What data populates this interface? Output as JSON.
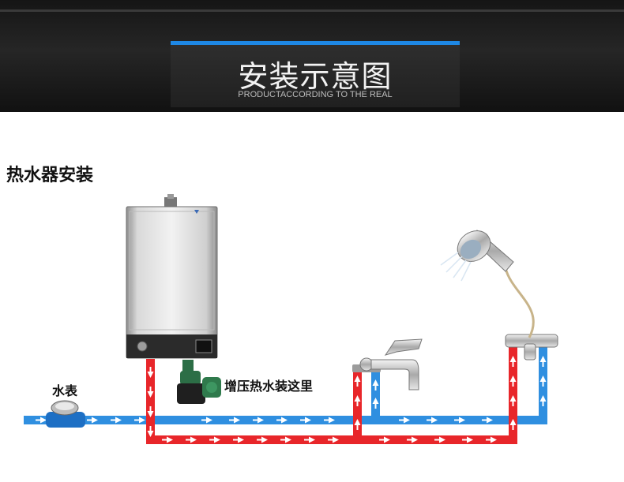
{
  "header": {
    "title": "安装示意图",
    "subtitle": "PRODUCTACCORDING TO THE REAL"
  },
  "section_title": "热水器安装",
  "labels": {
    "water_meter": "水表",
    "pump_note": "增压热水装这里"
  },
  "colors": {
    "cold_pipe": "#2f8fe0",
    "hot_pipe": "#e8262a",
    "accent_bar": "#1e88e5"
  }
}
